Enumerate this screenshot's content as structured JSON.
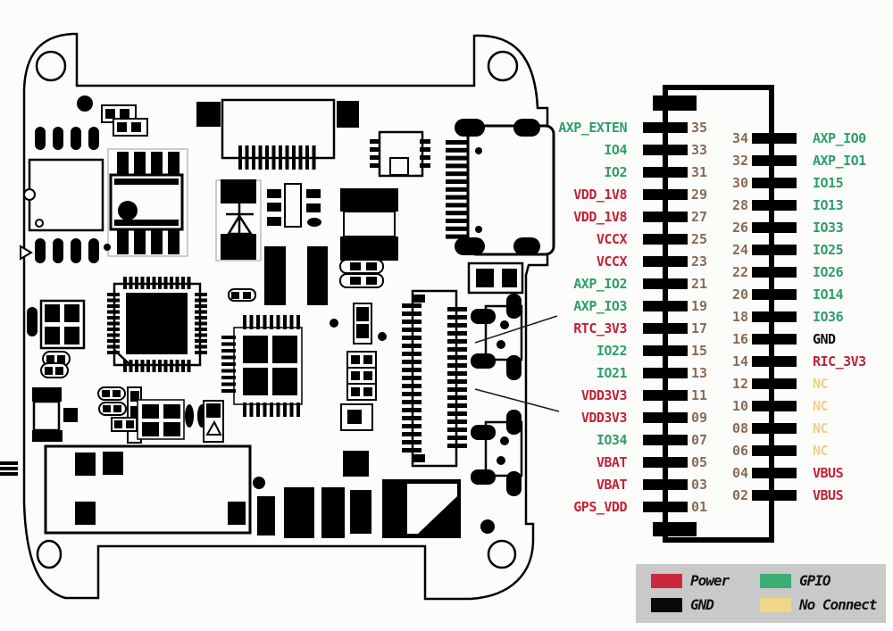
{
  "diagram": {
    "subject": "pcb-pinout-diagram",
    "connector_pin_count_shown": 35
  },
  "pins": {
    "left": [
      {
        "num": "35",
        "label": "AXP_EXTEN",
        "type": "gpio"
      },
      {
        "num": "33",
        "label": "IO4",
        "type": "gpio"
      },
      {
        "num": "31",
        "label": "IO2",
        "type": "gpio"
      },
      {
        "num": "29",
        "label": "VDD_1V8",
        "type": "power"
      },
      {
        "num": "27",
        "label": "VDD_1V8",
        "type": "power"
      },
      {
        "num": "25",
        "label": "VCCX",
        "type": "power"
      },
      {
        "num": "23",
        "label": "VCCX",
        "type": "power"
      },
      {
        "num": "21",
        "label": "AXP_IO2",
        "type": "gpio"
      },
      {
        "num": "19",
        "label": "AXP_IO3",
        "type": "gpio"
      },
      {
        "num": "17",
        "label": "RTC_3V3",
        "type": "power"
      },
      {
        "num": "15",
        "label": "IO22",
        "type": "gpio"
      },
      {
        "num": "13",
        "label": "IO21",
        "type": "gpio"
      },
      {
        "num": "11",
        "label": "VDD3V3",
        "type": "power"
      },
      {
        "num": "09",
        "label": "VDD3V3",
        "type": "power"
      },
      {
        "num": "07",
        "label": "IO34",
        "type": "gpio"
      },
      {
        "num": "05",
        "label": "VBAT",
        "type": "power"
      },
      {
        "num": "03",
        "label": "VBAT",
        "type": "power"
      },
      {
        "num": "01",
        "label": "GPS_VDD",
        "type": "power"
      }
    ],
    "right": [
      {
        "num": "34",
        "label": "AXP_IO0",
        "type": "gpio"
      },
      {
        "num": "32",
        "label": "AXP_IO1",
        "type": "gpio"
      },
      {
        "num": "30",
        "label": "IO15",
        "type": "gpio"
      },
      {
        "num": "28",
        "label": "IO13",
        "type": "gpio"
      },
      {
        "num": "26",
        "label": "IO33",
        "type": "gpio"
      },
      {
        "num": "24",
        "label": "IO25",
        "type": "gpio"
      },
      {
        "num": "22",
        "label": "IO26",
        "type": "gpio"
      },
      {
        "num": "20",
        "label": "IO14",
        "type": "gpio"
      },
      {
        "num": "18",
        "label": "IO36",
        "type": "gpio"
      },
      {
        "num": "16",
        "label": "GND",
        "type": "gnd"
      },
      {
        "num": "14",
        "label": "RIC_3V3",
        "type": "power"
      },
      {
        "num": "12",
        "label": "NC",
        "type": "nc"
      },
      {
        "num": "10",
        "label": "NC",
        "type": "nc"
      },
      {
        "num": "08",
        "label": "NC",
        "type": "nc"
      },
      {
        "num": "06",
        "label": "NC",
        "type": "nc"
      },
      {
        "num": "04",
        "label": "VBUS",
        "type": "power"
      },
      {
        "num": "02",
        "label": "VBUS",
        "type": "power"
      }
    ]
  },
  "legend": {
    "items": [
      {
        "label": "Power",
        "type": "power",
        "color": "#c8293f"
      },
      {
        "label": "GND",
        "type": "gnd",
        "color": "#0a0a0a"
      },
      {
        "label": "GPIO",
        "type": "gpio",
        "color": "#3cae73"
      },
      {
        "label": "No Connect",
        "type": "nc",
        "color": "#f2d687"
      }
    ]
  },
  "colors": {
    "gpio_text": "#2e9e6b",
    "power_text": "#c02438",
    "nc_text": "#eed088",
    "gnd_text": "#0a0a0a",
    "pin_number_text": "#8a6a55",
    "legend_background": "#c9c9c9",
    "background": "#fcfcfa"
  }
}
